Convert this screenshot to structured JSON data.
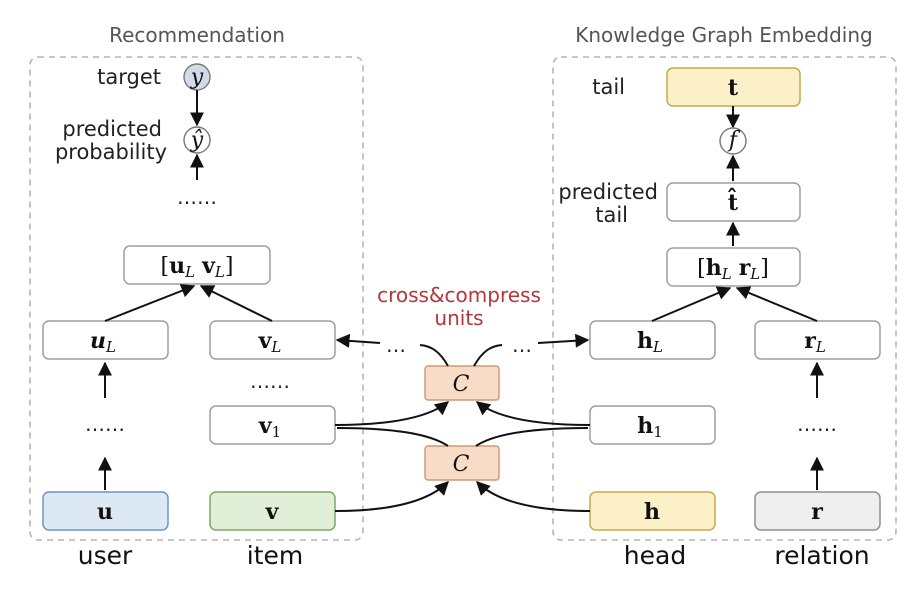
{
  "panels": {
    "recommendation_title": "Recommendation",
    "kge_title": "Knowledge Graph Embedding"
  },
  "annotation": {
    "line1": "cross&compress",
    "line2": "units"
  },
  "rec": {
    "target_label": "target",
    "target_node": "y",
    "predicted_line1": "predicted",
    "predicted_line2": "probability",
    "pred_node": "ŷ",
    "ellipsis": "……",
    "concat_open": "[",
    "concat_u": "u",
    "concat_v": "v",
    "concat_close": "]",
    "sub_L": "L",
    "uL_main": "u",
    "vL_main": "v",
    "v1_main": "v",
    "sub_1": "1",
    "u_box": "u",
    "v_box": "v",
    "user_label": "user",
    "item_label": "item"
  },
  "kge": {
    "tail_label": "tail",
    "t_box": "t",
    "f_node": "f",
    "predicted_line1": "predicted",
    "predicted_line2": "tail",
    "that_box": "t̂",
    "concat_open": "[",
    "concat_h": "h",
    "concat_r": "r",
    "concat_close": "]",
    "hL_main": "h",
    "rL_main": "r",
    "h1_main": "h",
    "h_box": "h",
    "r_box": "r",
    "head_label": "head",
    "relation_label": "relation",
    "ellipsis": "……"
  },
  "cross": {
    "unit_label": "C",
    "left_dots": "…",
    "right_dots": "…"
  },
  "colors": {
    "accent": "#b3363a",
    "user_fill": "#dde8f5",
    "item_fill": "#e1efd8",
    "head_fill": "#fbf0c8",
    "relation_fill": "#eeeeee",
    "cross_fill": "#f9dcc6"
  }
}
